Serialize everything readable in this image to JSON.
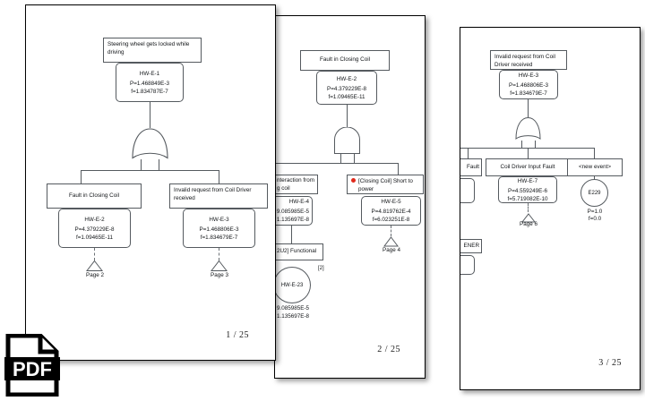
{
  "viewer": {
    "file_icon": "pdf-file-icon",
    "icon_label": "PDF"
  },
  "pages": [
    {
      "footer": "1 / 25",
      "top_event": {
        "label": "Steering wheel gets locked while driving"
      },
      "top_gate_data": {
        "id": "HW-E-1",
        "p": "P=1.468849E-3",
        "f": "f=1.834787E-7"
      },
      "gate_type": "or-gate",
      "children": [
        {
          "label": "Fault in Closing Coil",
          "gate": {
            "id": "HW-E-2",
            "p": "P=4.379229E-8",
            "f": "f=1.09465E-11"
          },
          "transfer": "Page 2"
        },
        {
          "label": "Invalid request from Coil Driver received",
          "gate": {
            "id": "HW-E-3",
            "p": "P=1.468806E-3",
            "f": "f=1.834679E-7"
          },
          "transfer": "Page 3"
        }
      ]
    },
    {
      "footer": "2 / 25",
      "top_event": {
        "label": "Fault in Closing Coil"
      },
      "top_gate_data": {
        "id": "HW-E-2",
        "p": "P=4.379229E-8",
        "f": "f=1.09465E-11"
      },
      "gate_type": "and-gate",
      "children": [
        {
          "label": "nteraction from g coil",
          "gate": {
            "id": "HW-E-4",
            "p": "9.085985E-5",
            "f": "1.135697E-8"
          }
        },
        {
          "label": "[Closing Coil] Short to power",
          "has_red_dot": true,
          "gate": {
            "id": "HW-E-5",
            "p": "P=4.819762E-4",
            "f": "f=6.023251E-8"
          },
          "transfer": "Page 4"
        }
      ],
      "sub": {
        "label": "2U2] Functional",
        "multiplicity": "[2]",
        "basic_event": {
          "id": "HW-E-23",
          "p": "9.085985E-5",
          "f": "1.135697E-8"
        }
      }
    },
    {
      "footer": "3 / 25",
      "top_event": {
        "label": "Invalid request from Coil Driver received"
      },
      "top_gate_data": {
        "id": "HW-E-3",
        "p": "P=1.468806E-3",
        "f": "f=1.834679E-7"
      },
      "gate_type": "or-gate",
      "children": [
        {
          "label": "Fault",
          "clipped": true
        },
        {
          "label": "Coil Driver Input Fault",
          "gate": {
            "id": "HW-E-7",
            "p": "P=4.559249E-6",
            "f": "f=5.719082E-10"
          },
          "transfer": "Page 6"
        },
        {
          "label": "<new event>",
          "basic_event": {
            "id": "E229",
            "p": "P=1.0",
            "f": "f=0.0"
          }
        }
      ],
      "extra_left_label": "ENER"
    }
  ]
}
